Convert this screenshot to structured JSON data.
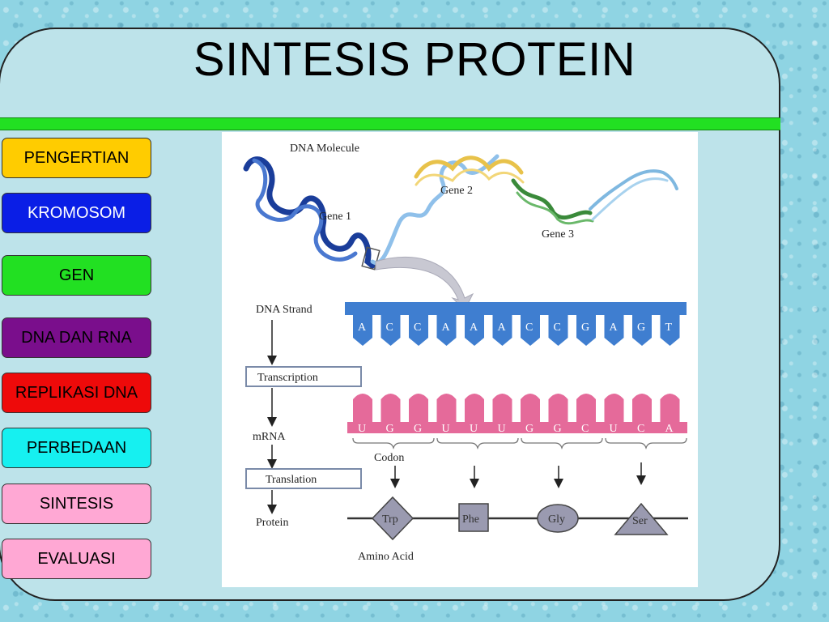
{
  "title": "SINTESIS PROTEIN",
  "menu": [
    {
      "label": "PENGERTIAN",
      "color": "#ffcc00"
    },
    {
      "label": "KROMOSOM",
      "color": "#0a1ee6",
      "text_color": "#ffffff"
    },
    {
      "label": "GEN",
      "color": "#22e022"
    },
    {
      "label": "DNA DAN RNA",
      "color": "#7a0e8c"
    },
    {
      "label": "REPLIKASI DNA",
      "color": "#ee0a0a"
    },
    {
      "label": "PERBEDAAN",
      "color": "#16f0f0"
    },
    {
      "label": "SINTESIS",
      "color": "#ffa8d4"
    },
    {
      "label": "EVALUASI",
      "color": "#ffa8d4"
    }
  ],
  "diagram": {
    "dna_molecule": "DNA Molecule",
    "gene1": "Gene 1",
    "gene2": "Gene 2",
    "gene3": "Gene 3",
    "dna_strand": "DNA Strand",
    "transcription": "Transcription",
    "mrna": "mRNA",
    "translation": "Translation",
    "protein": "Protein",
    "codon": "Codon",
    "amino_acid": "Amino Acid",
    "dna_bases": [
      "A",
      "C",
      "C",
      "A",
      "A",
      "A",
      "C",
      "C",
      "G",
      "A",
      "G",
      "T"
    ],
    "mrna_bases": [
      "U",
      "G",
      "G",
      "U",
      "U",
      "U",
      "G",
      "G",
      "C",
      "U",
      "C",
      "A"
    ],
    "amino_acids": [
      "Trp",
      "Phe",
      "Gly",
      "Ser"
    ]
  }
}
